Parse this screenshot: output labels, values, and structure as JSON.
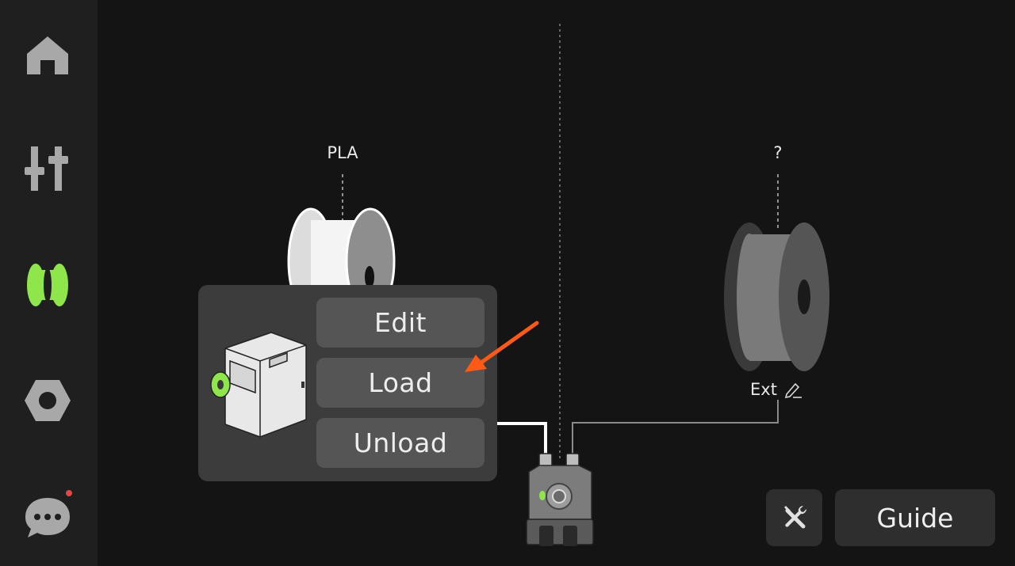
{
  "sidebar": {
    "items": [
      {
        "icon": "home-icon"
      },
      {
        "icon": "tune-sliders-icon"
      },
      {
        "icon": "filament-spool-icon",
        "active": true,
        "accent": "#8ee64a"
      },
      {
        "icon": "hex-nut-icon"
      },
      {
        "icon": "chat-bubble-icon",
        "notification": true,
        "notification_color": "#e04848"
      }
    ]
  },
  "spools": {
    "left": {
      "material": "PLA",
      "color": "#ffffff"
    },
    "right": {
      "material": "?",
      "color": "#777777"
    }
  },
  "popup": {
    "edit_label": "Edit",
    "load_label": "Load",
    "unload_label": "Unload"
  },
  "external": {
    "label": "Ext",
    "edit_icon": "pencil-icon"
  },
  "toolbar": {
    "tools_icon": "wrench-screwdriver-icon",
    "guide_label": "Guide"
  },
  "annotation": {
    "arrow_color": "#ff5a14"
  }
}
